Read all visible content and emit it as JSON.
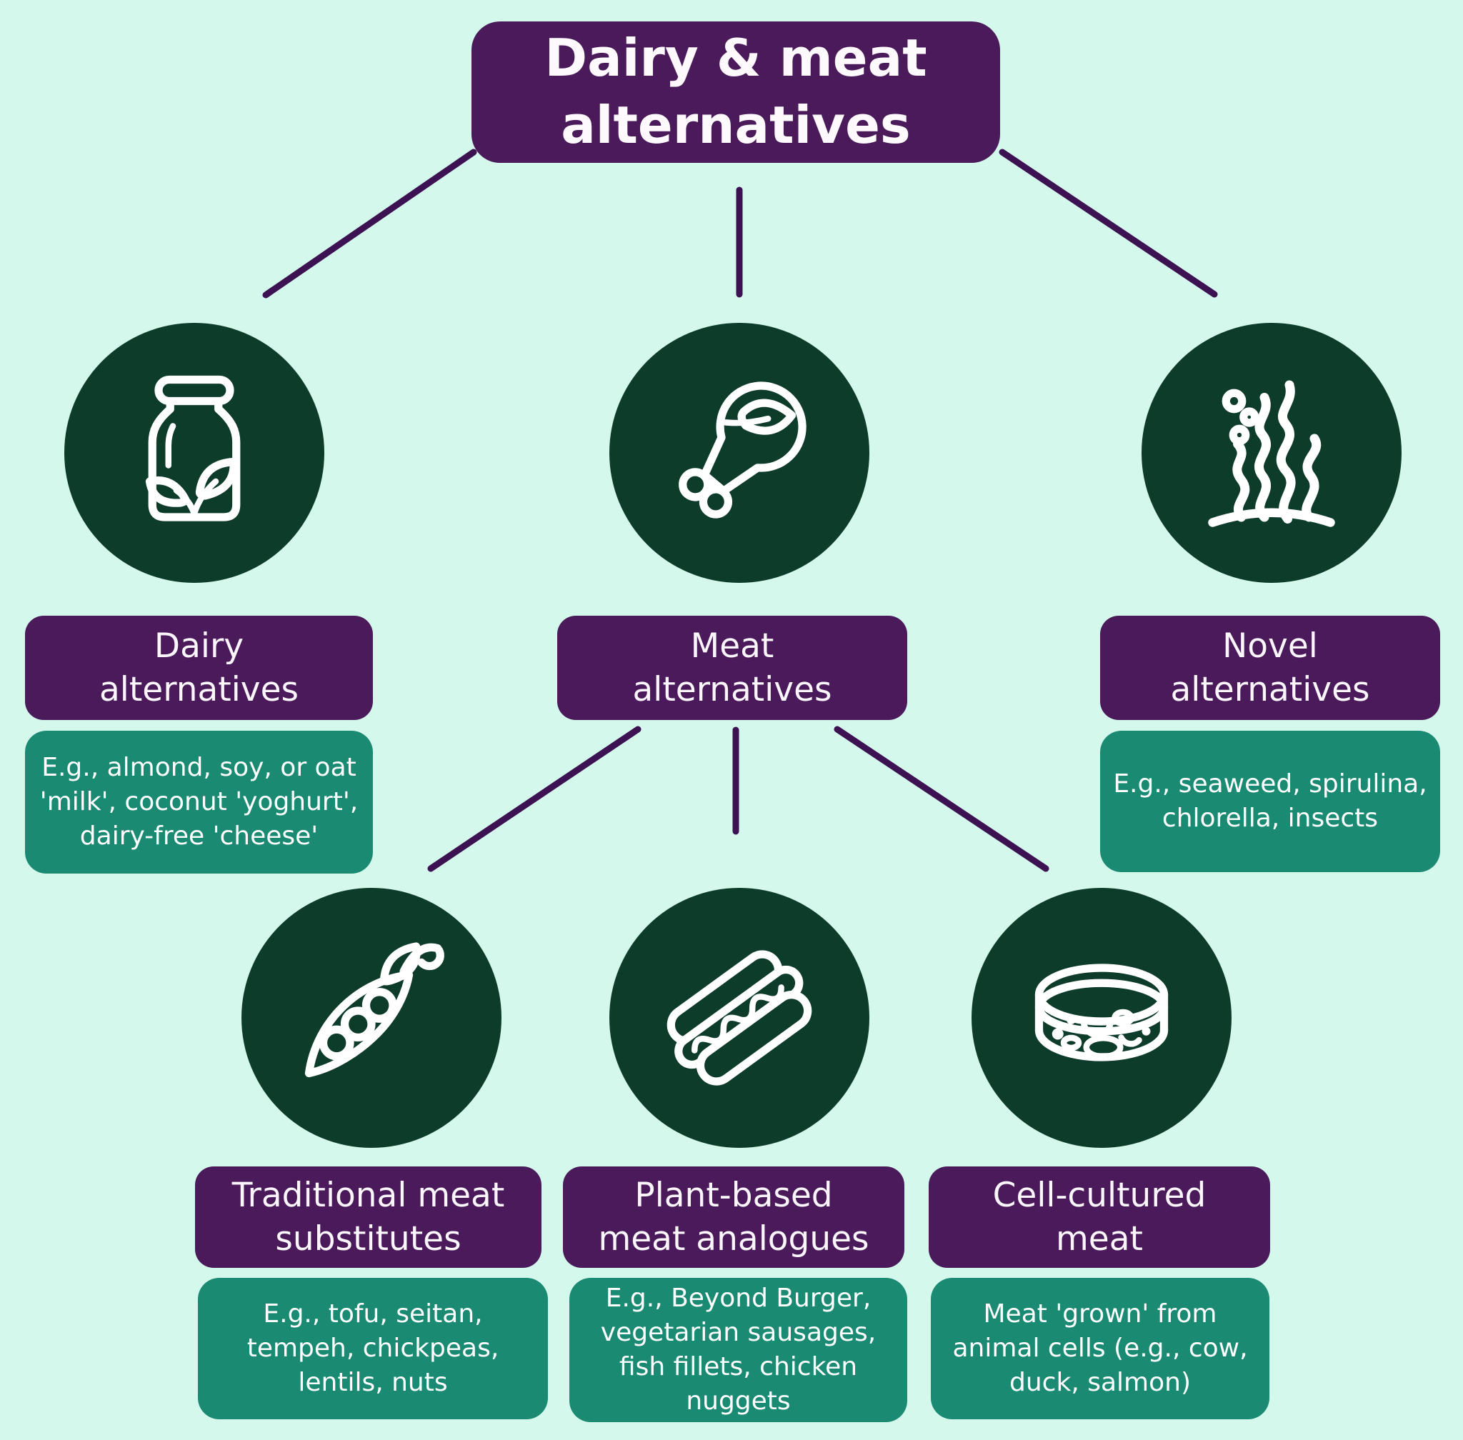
{
  "title": {
    "label": "Dairy & meat alternatives"
  },
  "palette": {
    "background": "#d4f8ec",
    "node_purple": "#4a1a5a",
    "circle_green": "#0e3c2b",
    "example_teal": "#1a8a72",
    "connector_purple": "#3d1252",
    "text_white": "#ffffff"
  },
  "level1": [
    {
      "label": "Dairy\nalternatives",
      "icon": "milk-bottle-leaves-icon",
      "example": "E.g., almond, soy, or oat 'milk', coconut 'yoghurt', dairy-free 'cheese'"
    },
    {
      "label": "Meat\nalternatives",
      "icon": "drumstick-leaf-icon",
      "example": ""
    },
    {
      "label": "Novel\nalternatives",
      "icon": "seaweed-icon",
      "example": "E.g., seaweed, spirulina, chlorella, insects"
    }
  ],
  "level2": [
    {
      "label": "Traditional meat\nsubstitutes",
      "icon": "pea-pod-icon",
      "example": "E.g., tofu, seitan, tempeh, chickpeas, lentils, nuts"
    },
    {
      "label": "Plant-based\nmeat analogues",
      "icon": "hot-dog-icon",
      "example": "E.g., Beyond Burger, vegetarian sausages, fish fillets, chicken nuggets"
    },
    {
      "label": "Cell-cultured\nmeat",
      "icon": "petri-dish-icon",
      "example": "Meat 'grown' from animal cells (e.g., cow, duck, salmon)"
    }
  ]
}
